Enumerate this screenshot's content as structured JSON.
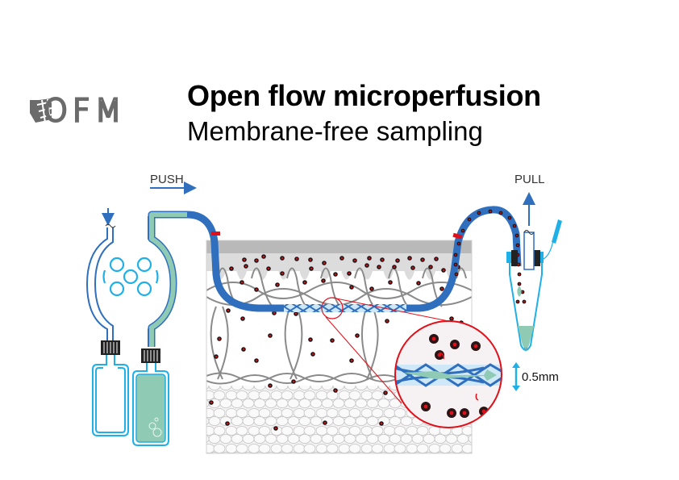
{
  "header": {
    "logo_text": "OFM",
    "title": "Open flow microperfusion",
    "subtitle": "Membrane-free sampling"
  },
  "diagram": {
    "push_label": "PUSH",
    "pull_label": "PULL",
    "scale_label": "0.5mm",
    "colors": {
      "tube_blue": "#2f6fbd",
      "fluid_green": "#8fcbb4",
      "bottle_cyan": "#1fb0e8",
      "analyte_red": "#e0101a",
      "tissue_gray": "#8a8a8a",
      "skin_gray": "#b5b5b5"
    },
    "components": [
      "perfusate-bottle",
      "pump-chamber",
      "inflow-tube",
      "tissue-block",
      "ofm-probe",
      "magnified-probe-detail",
      "outflow-tube",
      "sampling-vial"
    ]
  }
}
